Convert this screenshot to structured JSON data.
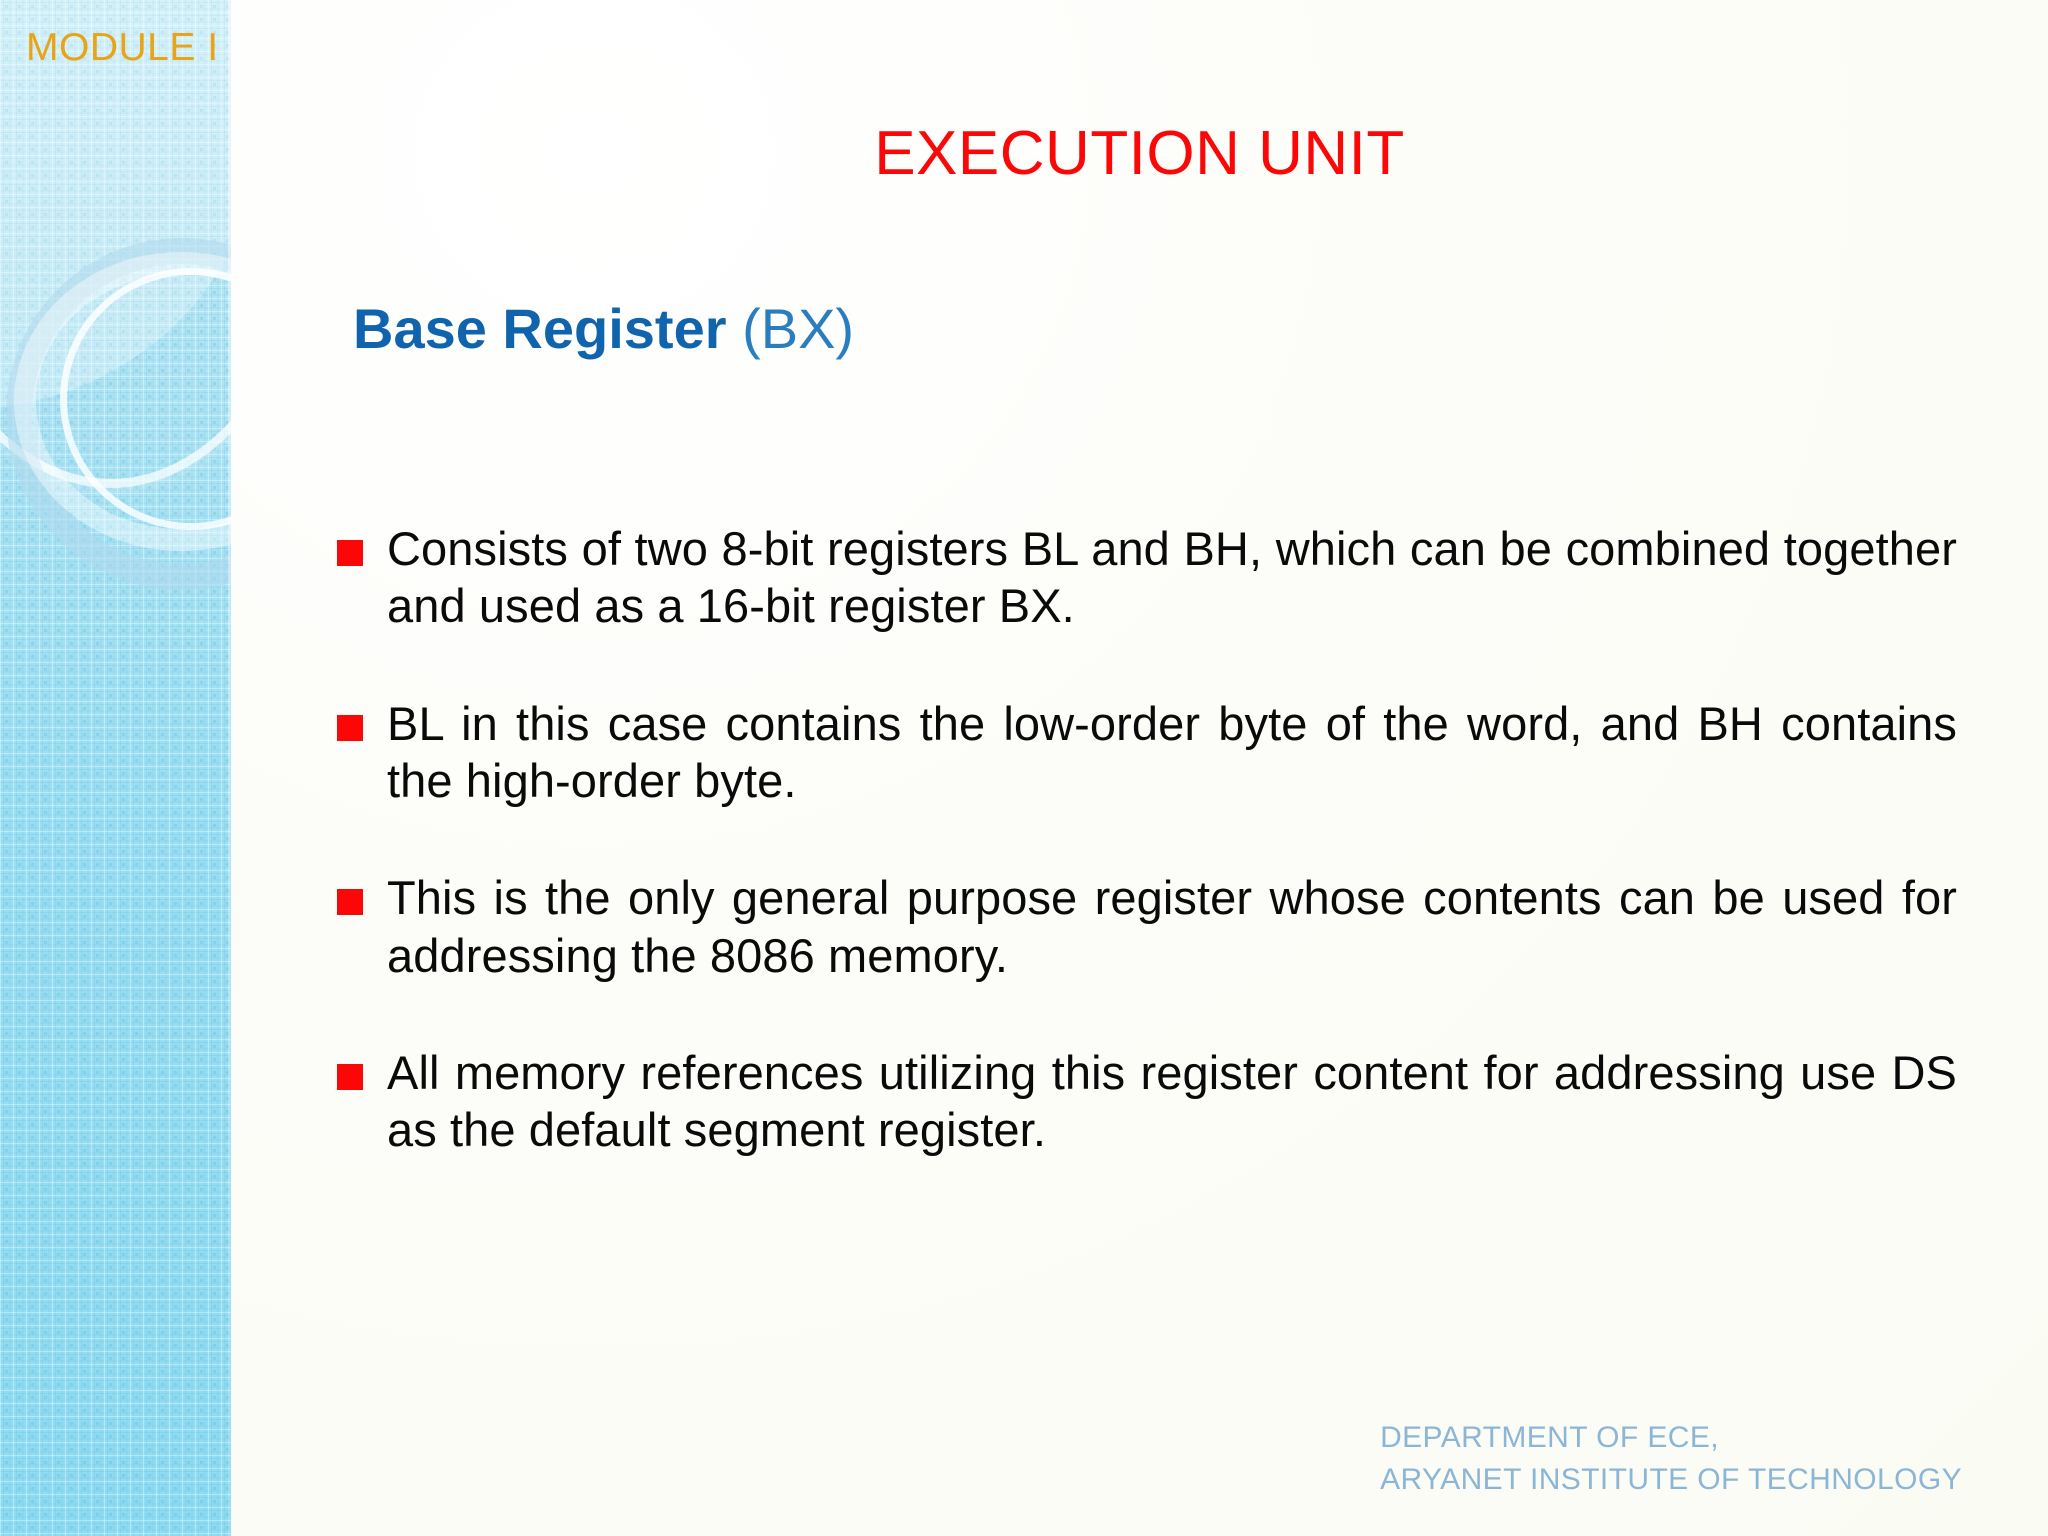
{
  "sidebar": {
    "module_label": "MODULE I",
    "background_color": "#a9e3f4",
    "label_color": "#e8a317"
  },
  "slide": {
    "title": "EXECUTION UNIT",
    "title_color": "#fb0707",
    "background_color": "#fdfffc",
    "subheading": {
      "bold_part": "Base Register",
      "plain_part": " (BX)",
      "color": "#1064ad"
    },
    "bullet_marker_color": "#fb0707",
    "bullets": [
      "Consists of two 8-bit registers BL and BH, which can be combined together and used as a 16-bit register BX.",
      "BL in this case contains the low-order byte of the word, and BH contains the high-order byte.",
      "This is the only general purpose register whose contents can be used for addressing the 8086 memory.",
      "All memory references utilizing this register content for addressing use DS as the default segment register."
    ]
  },
  "footer": {
    "line1": "DEPARTMENT OF ECE,",
    "line2": "ARYANET INSTITUTE OF TECHNOLOGY",
    "color": "#8cb6d6"
  }
}
